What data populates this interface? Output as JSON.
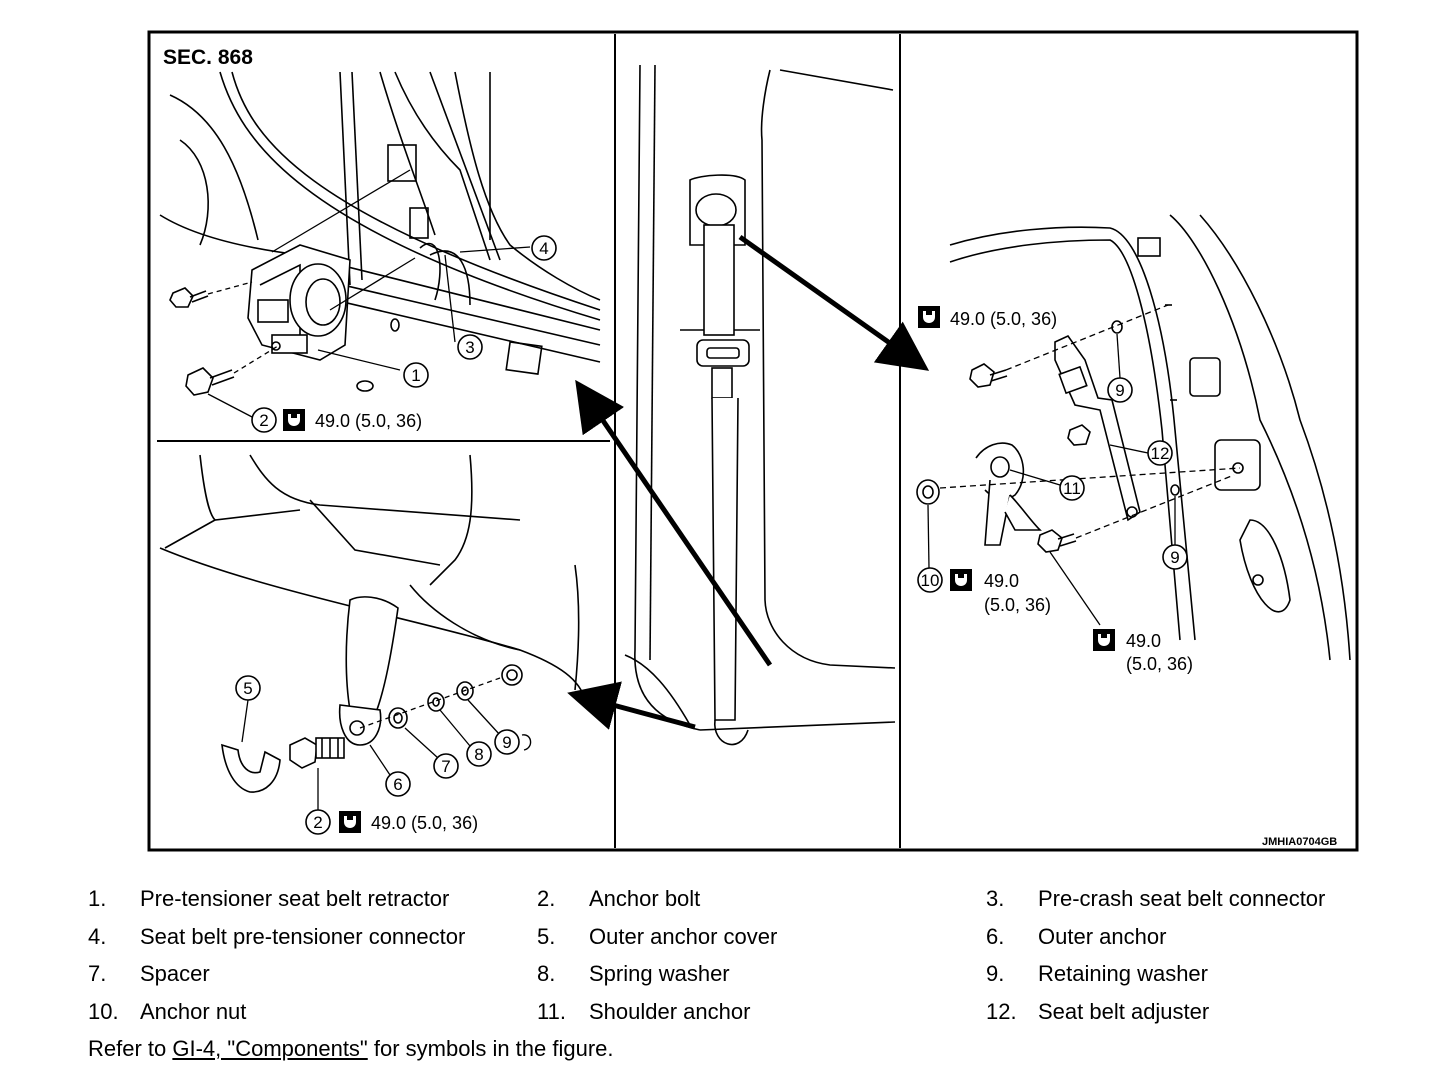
{
  "figure": {
    "section_label": "SEC. 868",
    "figure_id": "JMHIA0704GB",
    "torque": {
      "top_left": "49.0 (5.0, 36)",
      "bottom_left": "49.0 (5.0, 36)",
      "right_top": "49.0 (5.0, 36)",
      "right_nut_line1": "49.0",
      "right_nut_line2": "(5.0, 36)",
      "right_bolt_line1": "49.0",
      "right_bolt_line2": "(5.0, 36)"
    },
    "callouts": {
      "c1": "1",
      "c2a": "2",
      "c2b": "2",
      "c3": "3",
      "c4": "4",
      "c5": "5",
      "c6": "6",
      "c7": "7",
      "c8": "8",
      "c9a": "9",
      "c9b": "9",
      "c9c": "9",
      "c10": "10",
      "c11": "11",
      "c12": "12"
    }
  },
  "legend": [
    {
      "num": "1.",
      "label": "Pre-tensioner seat belt retractor"
    },
    {
      "num": "2.",
      "label": "Anchor bolt"
    },
    {
      "num": "3.",
      "label": "Pre-crash seat belt connector"
    },
    {
      "num": "4.",
      "label": "Seat belt pre-tensioner connector"
    },
    {
      "num": "5.",
      "label": "Outer anchor cover"
    },
    {
      "num": "6.",
      "label": "Outer anchor"
    },
    {
      "num": "7.",
      "label": "Spacer"
    },
    {
      "num": "8.",
      "label": "Spring washer"
    },
    {
      "num": "9.",
      "label": "Retaining washer"
    },
    {
      "num": "10.",
      "label": "Anchor nut"
    },
    {
      "num": "11.",
      "label": "Shoulder anchor"
    },
    {
      "num": "12.",
      "label": "Seat belt adjuster"
    }
  ],
  "reference": {
    "prefix": "Refer to ",
    "link": "GI-4, \"Components\"",
    "suffix": " for symbols in the figure."
  }
}
